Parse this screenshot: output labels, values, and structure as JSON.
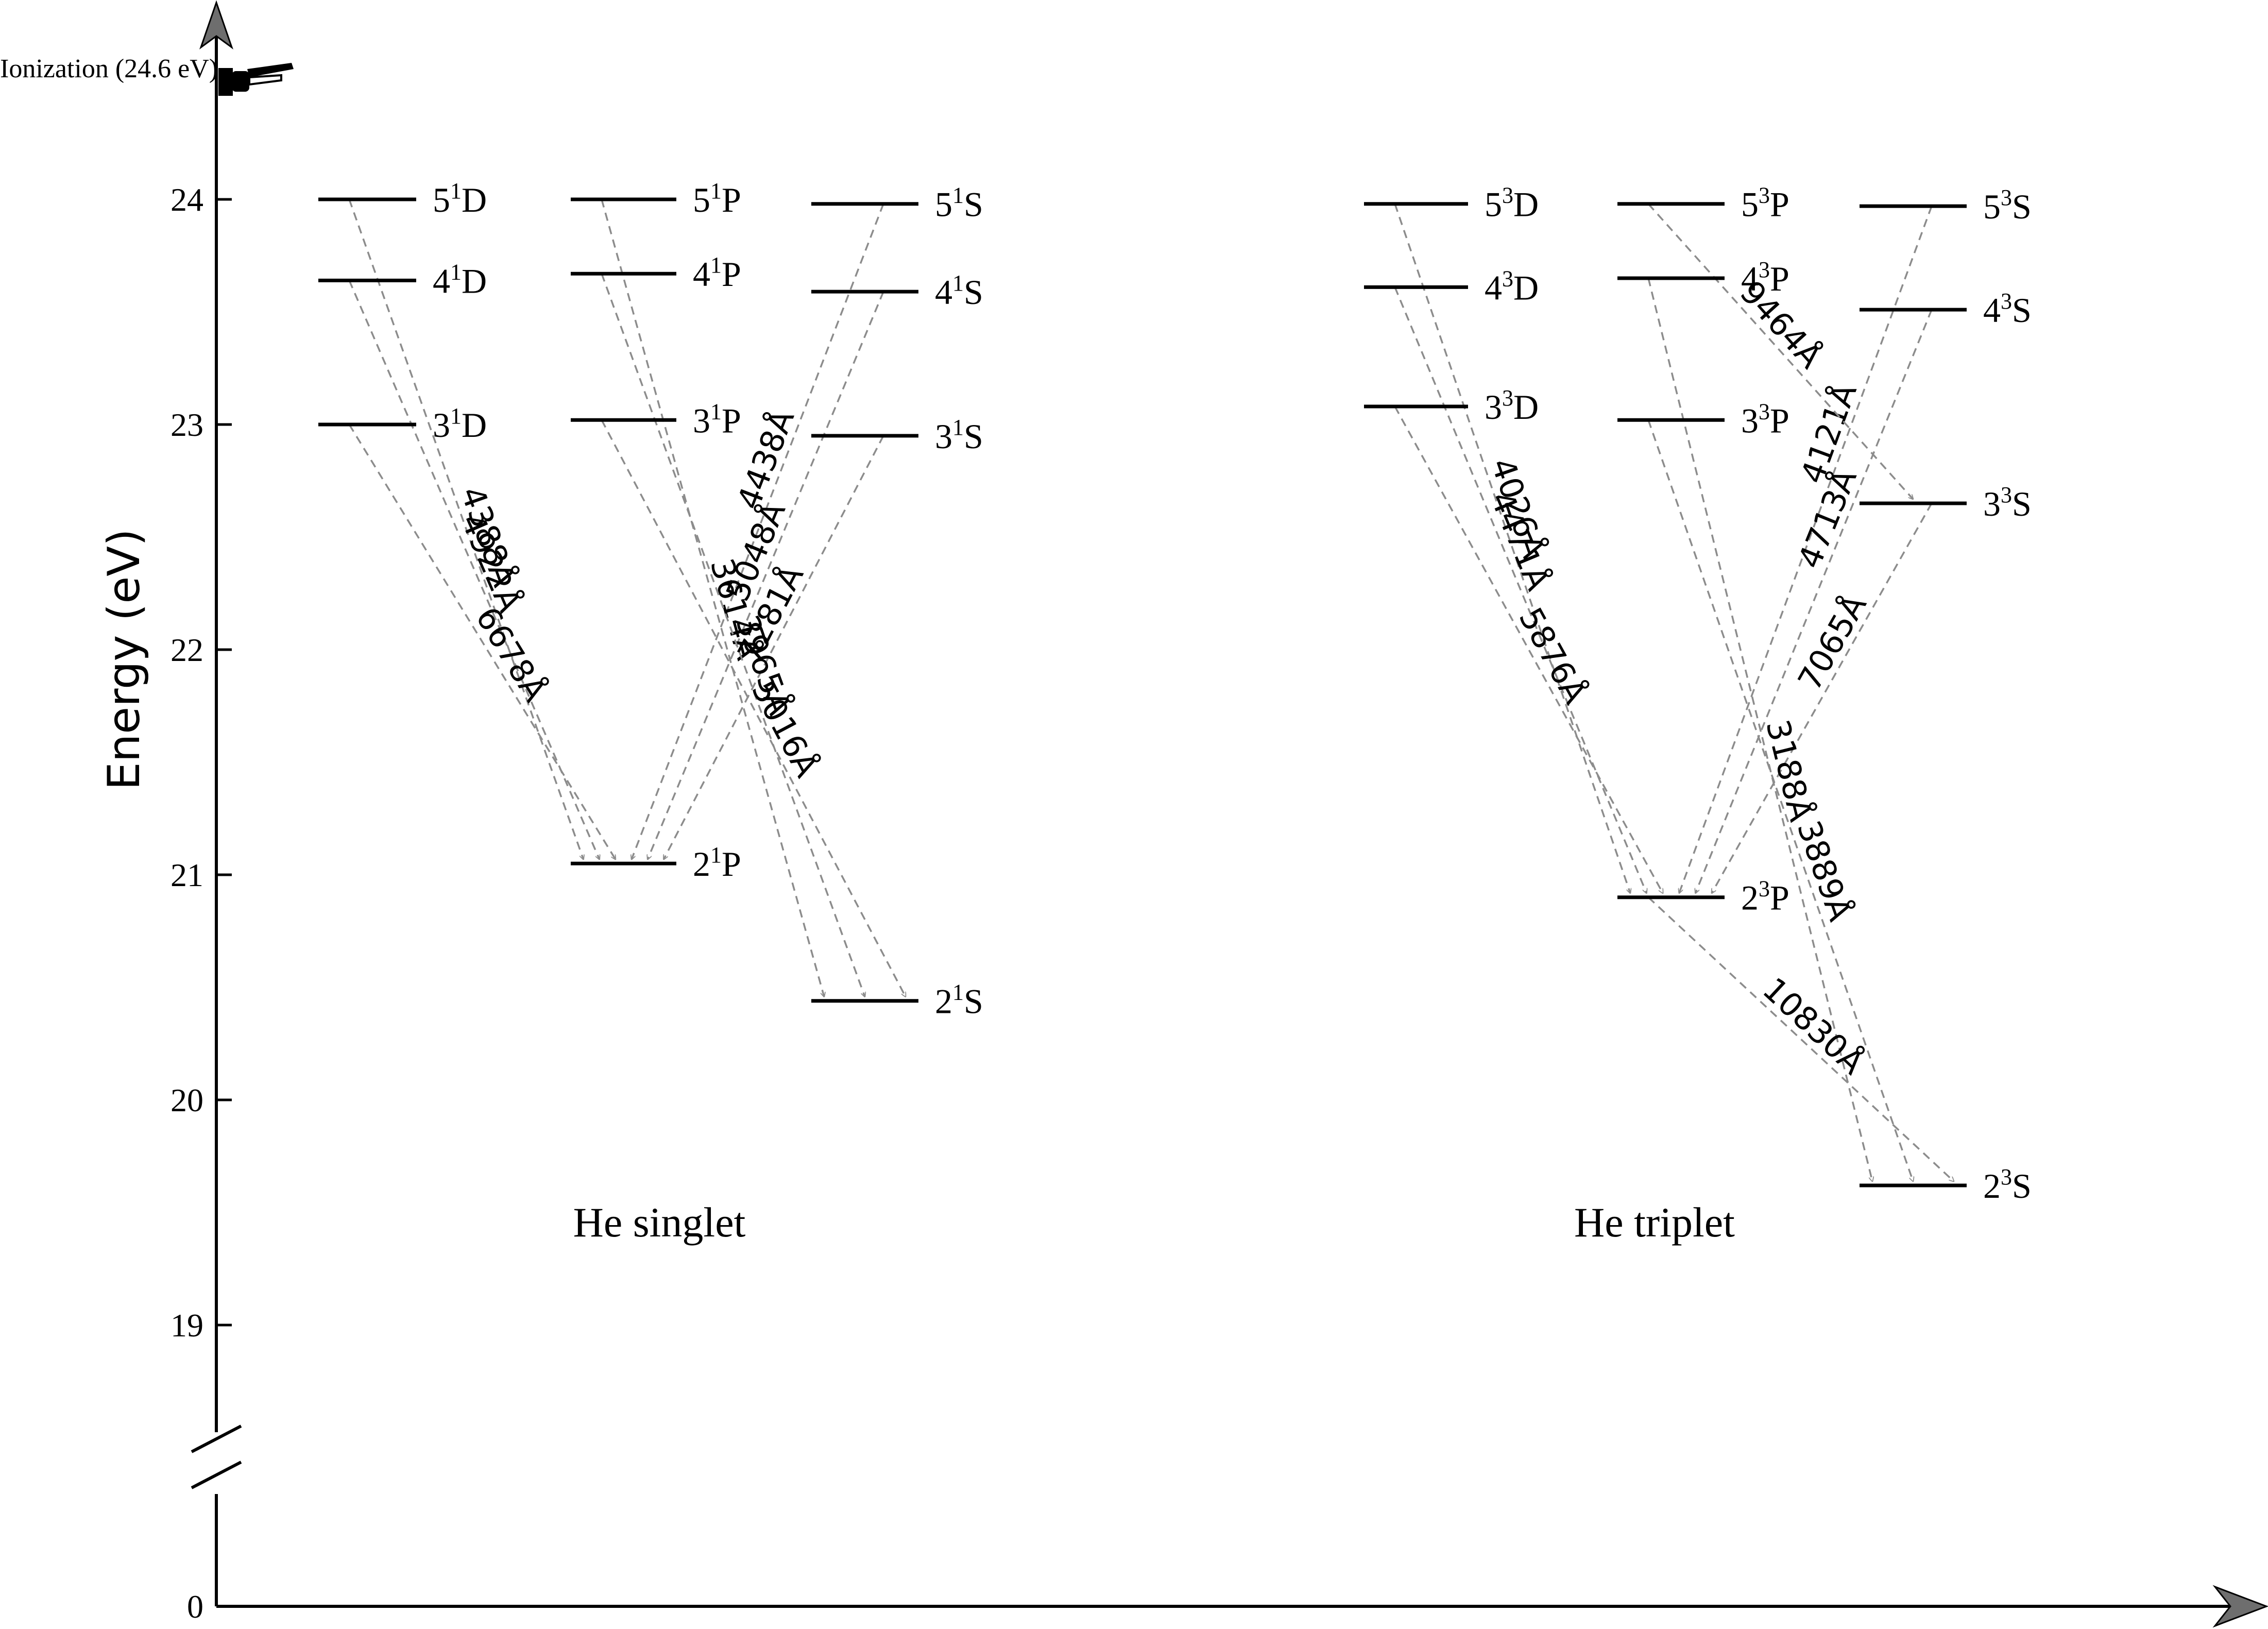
{
  "axis": {
    "ylabel": "Energy (eV)",
    "ionization_label": "Ionization (24.6 eV)",
    "ticks": [
      {
        "value": 0,
        "label": "0"
      },
      {
        "value": 19,
        "label": "19"
      },
      {
        "value": 20,
        "label": "20"
      },
      {
        "value": 21,
        "label": "21"
      },
      {
        "value": 22,
        "label": "22"
      },
      {
        "value": 23,
        "label": "23"
      },
      {
        "value": 24,
        "label": "24"
      }
    ]
  },
  "groups": [
    {
      "id": "singlet",
      "label": "He singlet"
    },
    {
      "id": "triplet",
      "label": "He triplet"
    }
  ],
  "levels": [
    {
      "id": "s5D",
      "group": "singlet",
      "n": "5",
      "mult": "1",
      "term": "D",
      "energy": 24.0
    },
    {
      "id": "s4D",
      "group": "singlet",
      "n": "4",
      "mult": "1",
      "term": "D",
      "energy": 23.64
    },
    {
      "id": "s3D",
      "group": "singlet",
      "n": "3",
      "mult": "1",
      "term": "D",
      "energy": 23.0
    },
    {
      "id": "s5P",
      "group": "singlet",
      "n": "5",
      "mult": "1",
      "term": "P",
      "energy": 24.0
    },
    {
      "id": "s4P",
      "group": "singlet",
      "n": "4",
      "mult": "1",
      "term": "P",
      "energy": 23.67
    },
    {
      "id": "s3P",
      "group": "singlet",
      "n": "3",
      "mult": "1",
      "term": "P",
      "energy": 23.02
    },
    {
      "id": "s2P",
      "group": "singlet",
      "n": "2",
      "mult": "1",
      "term": "P",
      "energy": 21.05
    },
    {
      "id": "s5S",
      "group": "singlet",
      "n": "5",
      "mult": "1",
      "term": "S",
      "energy": 23.98
    },
    {
      "id": "s4S",
      "group": "singlet",
      "n": "4",
      "mult": "1",
      "term": "S",
      "energy": 23.59
    },
    {
      "id": "s3S",
      "group": "singlet",
      "n": "3",
      "mult": "1",
      "term": "S",
      "energy": 22.95
    },
    {
      "id": "s2S",
      "group": "singlet",
      "n": "2",
      "mult": "1",
      "term": "S",
      "energy": 20.44
    },
    {
      "id": "t5D",
      "group": "triplet",
      "n": "5",
      "mult": "3",
      "term": "D",
      "energy": 23.98
    },
    {
      "id": "t4D",
      "group": "triplet",
      "n": "4",
      "mult": "3",
      "term": "D",
      "energy": 23.61
    },
    {
      "id": "t3D",
      "group": "triplet",
      "n": "3",
      "mult": "3",
      "term": "D",
      "energy": 23.08
    },
    {
      "id": "t5P",
      "group": "triplet",
      "n": "5",
      "mult": "3",
      "term": "P",
      "energy": 23.98
    },
    {
      "id": "t4P",
      "group": "triplet",
      "n": "4",
      "mult": "3",
      "term": "P",
      "energy": 23.65
    },
    {
      "id": "t3P",
      "group": "triplet",
      "n": "3",
      "mult": "3",
      "term": "P",
      "energy": 23.02
    },
    {
      "id": "t2P",
      "group": "triplet",
      "n": "2",
      "mult": "3",
      "term": "P",
      "energy": 20.9
    },
    {
      "id": "t5S",
      "group": "triplet",
      "n": "5",
      "mult": "3",
      "term": "S",
      "energy": 23.97
    },
    {
      "id": "t4S",
      "group": "triplet",
      "n": "4",
      "mult": "3",
      "term": "S",
      "energy": 23.51
    },
    {
      "id": "t3S",
      "group": "triplet",
      "n": "3",
      "mult": "3",
      "term": "S",
      "energy": 22.65
    },
    {
      "id": "t2S",
      "group": "triplet",
      "n": "2",
      "mult": "3",
      "term": "S",
      "energy": 19.62
    }
  ],
  "transitions": [
    {
      "from": "s5D",
      "to": "s2P",
      "label": "4388Å"
    },
    {
      "from": "s4D",
      "to": "s2P",
      "label": "4922Å"
    },
    {
      "from": "s3D",
      "to": "s2P",
      "label": "6678Å"
    },
    {
      "from": "s5S",
      "to": "s2P",
      "label": "4438Å"
    },
    {
      "from": "s4S",
      "to": "s2P",
      "label": "5048Å"
    },
    {
      "from": "s3S",
      "to": "s2P",
      "label": "7281Å"
    },
    {
      "from": "s5P",
      "to": "s2S",
      "label": "3614Å"
    },
    {
      "from": "s4P",
      "to": "s2S",
      "label": "3965Å"
    },
    {
      "from": "s3P",
      "to": "s2S",
      "label": "5016Å"
    },
    {
      "from": "t5D",
      "to": "t2P",
      "label": "4026Å"
    },
    {
      "from": "t4D",
      "to": "t2P",
      "label": "4471Å"
    },
    {
      "from": "t3D",
      "to": "t2P",
      "label": "5876Å"
    },
    {
      "from": "t5S",
      "to": "t2P",
      "label": "4121Å"
    },
    {
      "from": "t4S",
      "to": "t2P",
      "label": "4713Å"
    },
    {
      "from": "t3S",
      "to": "t2P",
      "label": "7065Å"
    },
    {
      "from": "t5P",
      "to": "t3S",
      "label": "9464Å"
    },
    {
      "from": "t4P",
      "to": "t2S",
      "label": "3188Å"
    },
    {
      "from": "t3P",
      "to": "t2S",
      "label": "3889Å"
    },
    {
      "from": "t2P",
      "to": "t2S",
      "label": "10830Å"
    }
  ],
  "colors": {
    "level": "#000000",
    "transition": "#8c8c8c"
  }
}
